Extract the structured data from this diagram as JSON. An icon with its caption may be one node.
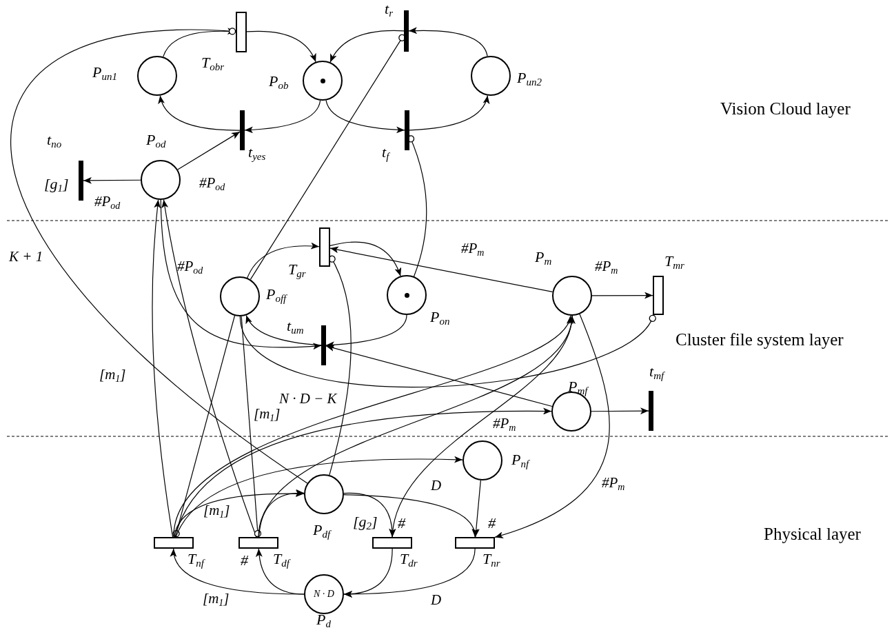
{
  "diagram": {
    "nodes": [
      {
        "text": [
          "P$_{un1}$"
        ]
      },
      {
        "text": [
          "T$_{obr}$"
        ]
      },
      {
        "text": [
          "P$_{ob}$"
        ]
      },
      {
        "text": [
          "t$_{r}$"
        ]
      },
      {
        "text": [
          "P$_{un2}$"
        ]
      },
      {
        "text": [
          "t$_{yes}$"
        ]
      },
      {
        "text": [
          "t$_{f}$"
        ]
      },
      {
        "text": [
          "P$_{od}$"
        ]
      },
      {
        "text": [
          "t$_{no}$",
          "[g$_{1}$]"
        ]
      },
      {
        "text": [
          "T$_{gr}$"
        ]
      },
      {
        "text": [
          "P$_{off}$"
        ]
      },
      {
        "text": [
          "P$_{on}$"
        ]
      },
      {
        "text": [
          "t$_{um}$"
        ]
      },
      {
        "text": [
          "P$_{m}$"
        ]
      },
      {
        "text": [
          "T$_{mr}$"
        ]
      },
      {
        "text": [
          "P$_{mf}$"
        ]
      },
      {
        "text": [
          "t$_{mf}$"
        ]
      },
      {
        "text": [
          "P$_{nf}$"
        ]
      },
      {
        "text": [
          "P$_{df}$"
        ]
      },
      {
        "text": [
          "T$_{nf}$"
        ]
      },
      {
        "text": [
          "#",
          "T$_{df}$"
        ]
      },
      {
        "text": [
          "[g$_{2}$]",
          "#",
          "T$_{dr}$"
        ]
      },
      {
        "text": [
          "#",
          "T$_{nr}$"
        ]
      },
      {
        "text": [
          "N · D",
          "P$_{d}$"
        ]
      }
    ],
    "edges": [
      {
        "from": 0,
        "to": 1,
        "arrow": "to"
      },
      {
        "from": 1,
        "to": 2,
        "arrow": "to"
      },
      {
        "from": 3,
        "to": 2,
        "arrow": "to"
      },
      {
        "from": 4,
        "to": 3,
        "arrow": "to"
      },
      {
        "from": 2,
        "to": 5,
        "arrow": "to"
      },
      {
        "from": 5,
        "to": 0,
        "arrow": "to"
      },
      {
        "from": 2,
        "to": 6,
        "arrow": "to"
      },
      {
        "from": 6,
        "to": 4,
        "arrow": "to"
      },
      {
        "from": 7,
        "to": 5,
        "arrow": "to",
        "label": "#P$_{od}$"
      },
      {
        "from": 7,
        "to": 8,
        "arrow": "to",
        "label": "#P$_{od}$"
      },
      {
        "from": 18,
        "to": 1,
        "arrow": "other",
        "label": "K + 1"
      },
      {
        "from": 10,
        "to": 3,
        "arrow": "other"
      },
      {
        "from": 11,
        "to": 6,
        "arrow": "other"
      },
      {
        "from": 10,
        "to": 9,
        "arrow": "to"
      },
      {
        "from": 9,
        "to": 11,
        "arrow": "to"
      },
      {
        "from": 11,
        "to": 12,
        "arrow": "to"
      },
      {
        "from": 12,
        "to": 10,
        "arrow": "to"
      },
      {
        "from": 13,
        "to": 9,
        "arrow": "to",
        "label": "#P$_{m}$"
      },
      {
        "from": 13,
        "to": 14,
        "arrow": "to",
        "label": "#P$_{m}$"
      },
      {
        "from": 7,
        "to": 12,
        "arrow": "to",
        "label": "#P$_{od}$"
      },
      {
        "from": 15,
        "to": 12,
        "arrow": "to"
      },
      {
        "from": 10,
        "to": 14,
        "arrow": "other"
      },
      {
        "from": 15,
        "to": 16,
        "arrow": "to"
      },
      {
        "from": 19,
        "to": 7,
        "arrow": "to",
        "label": "[m$_{1}$]"
      },
      {
        "from": 20,
        "to": 7,
        "arrow": "to"
      },
      {
        "from": 10,
        "to": 19,
        "arrow": "other"
      },
      {
        "from": 10,
        "to": 20,
        "arrow": "other"
      },
      {
        "from": 19,
        "to": 13,
        "arrow": "to"
      },
      {
        "from": 20,
        "to": 13,
        "arrow": "to"
      },
      {
        "from": 19,
        "to": 15,
        "arrow": "to",
        "label": "N · D − K"
      },
      {
        "from": 19,
        "to": 17,
        "arrow": "to"
      },
      {
        "from": 19,
        "to": 18,
        "arrow": "to",
        "label": "[m$_{1}$]"
      },
      {
        "from": 20,
        "to": 18,
        "arrow": "to"
      },
      {
        "from": 18,
        "to": 21,
        "arrow": "to"
      },
      {
        "from": 18,
        "to": 22,
        "arrow": "to",
        "label": "D"
      },
      {
        "from": 17,
        "to": 22,
        "arrow": "to"
      },
      {
        "from": 13,
        "to": 21,
        "arrow": "to",
        "label": "#P$_{m}$"
      },
      {
        "from": 13,
        "to": 22,
        "arrow": "to",
        "label": "#P$_{m}$"
      },
      {
        "from": 18,
        "to": 9,
        "arrow": "other"
      },
      {
        "from": 21,
        "to": 23,
        "arrow": "to"
      },
      {
        "from": 22,
        "to": 23,
        "arrow": "to",
        "label": "D"
      },
      {
        "from": 23,
        "to": 19,
        "arrow": "to",
        "label": "[m$_{1}$]"
      },
      {
        "from": 23,
        "to": 20,
        "arrow": "to"
      }
    ],
    "labels": [
      "Vision Cloud layer",
      "Cluster file system layer",
      "[m$_{1}$]",
      "Physical layer"
    ]
  }
}
